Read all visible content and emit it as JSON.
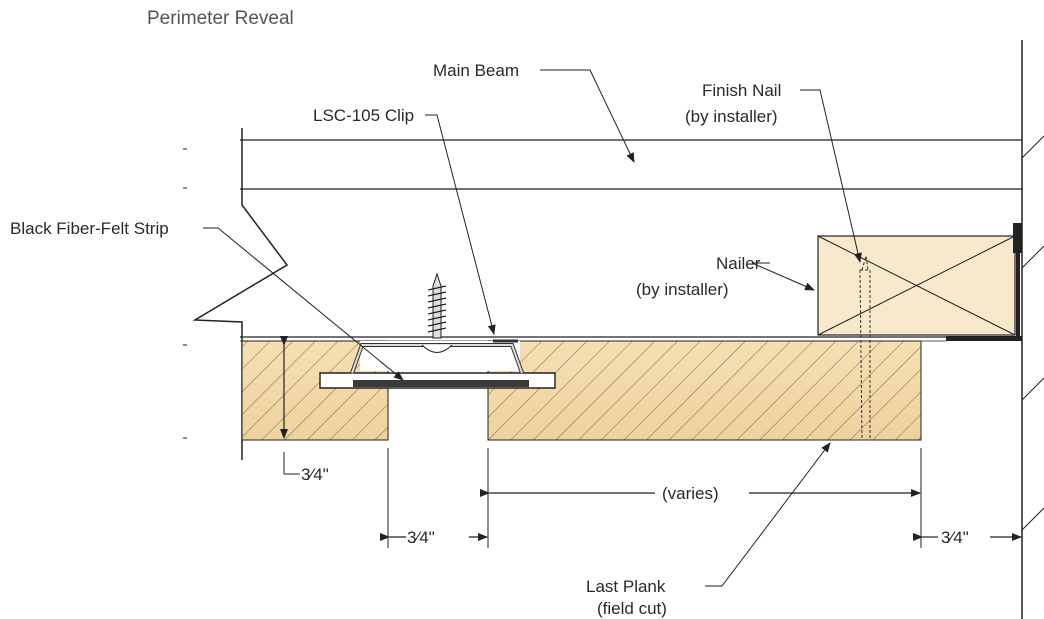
{
  "title": "Perimeter Reveal",
  "labels": {
    "main_beam": "Main Beam",
    "clip": "LSC-105 Clip",
    "finish_nail_1": "Finish Nail",
    "finish_nail_2": "(by installer)",
    "felt_strip": "Black Fiber-Felt Strip",
    "nailer_1": "Nailer",
    "nailer_2": "(by installer)",
    "plank_thickness": "3⁄4\"",
    "gap_width": "3⁄4\"",
    "varies": "(varies)",
    "reveal_width": "3⁄4\"",
    "last_plank_1": "Last Plank",
    "last_plank_2": "(field cut)"
  },
  "colors": {
    "wood": "#f2d7a7",
    "wood_light": "#f8e7c6",
    "nailer": "#f8e8cc",
    "felt": "#3a3a3a",
    "line": "#222222",
    "title": "#555555"
  }
}
